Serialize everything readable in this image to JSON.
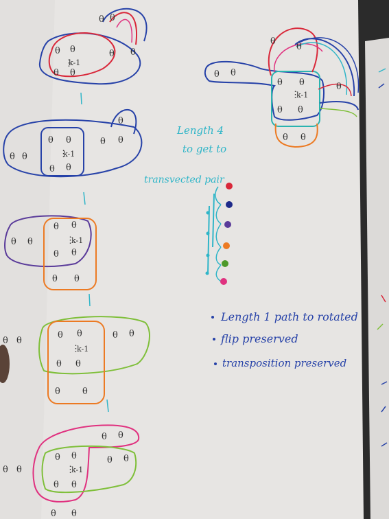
{
  "notes": {
    "length4": [
      "Length 4",
      "to get to",
      "transvected pair"
    ],
    "bullets": [
      "Length 1 path to rotated",
      "flip preserved",
      "transposition preserved"
    ]
  },
  "glyphs": {
    "theta": "θ",
    "k_minus_1": "k-1",
    "ellipsis": "⋮"
  },
  "colors": {
    "paper": "#e6e4e2",
    "red": "#d9283a",
    "blue": "#2742a8",
    "orange": "#ec7a23",
    "green": "#7fbf3a",
    "pink": "#e0317f",
    "teal": "#2ab3b0",
    "cyan": "#2fb5c8",
    "purple": "#5a3b9a"
  }
}
